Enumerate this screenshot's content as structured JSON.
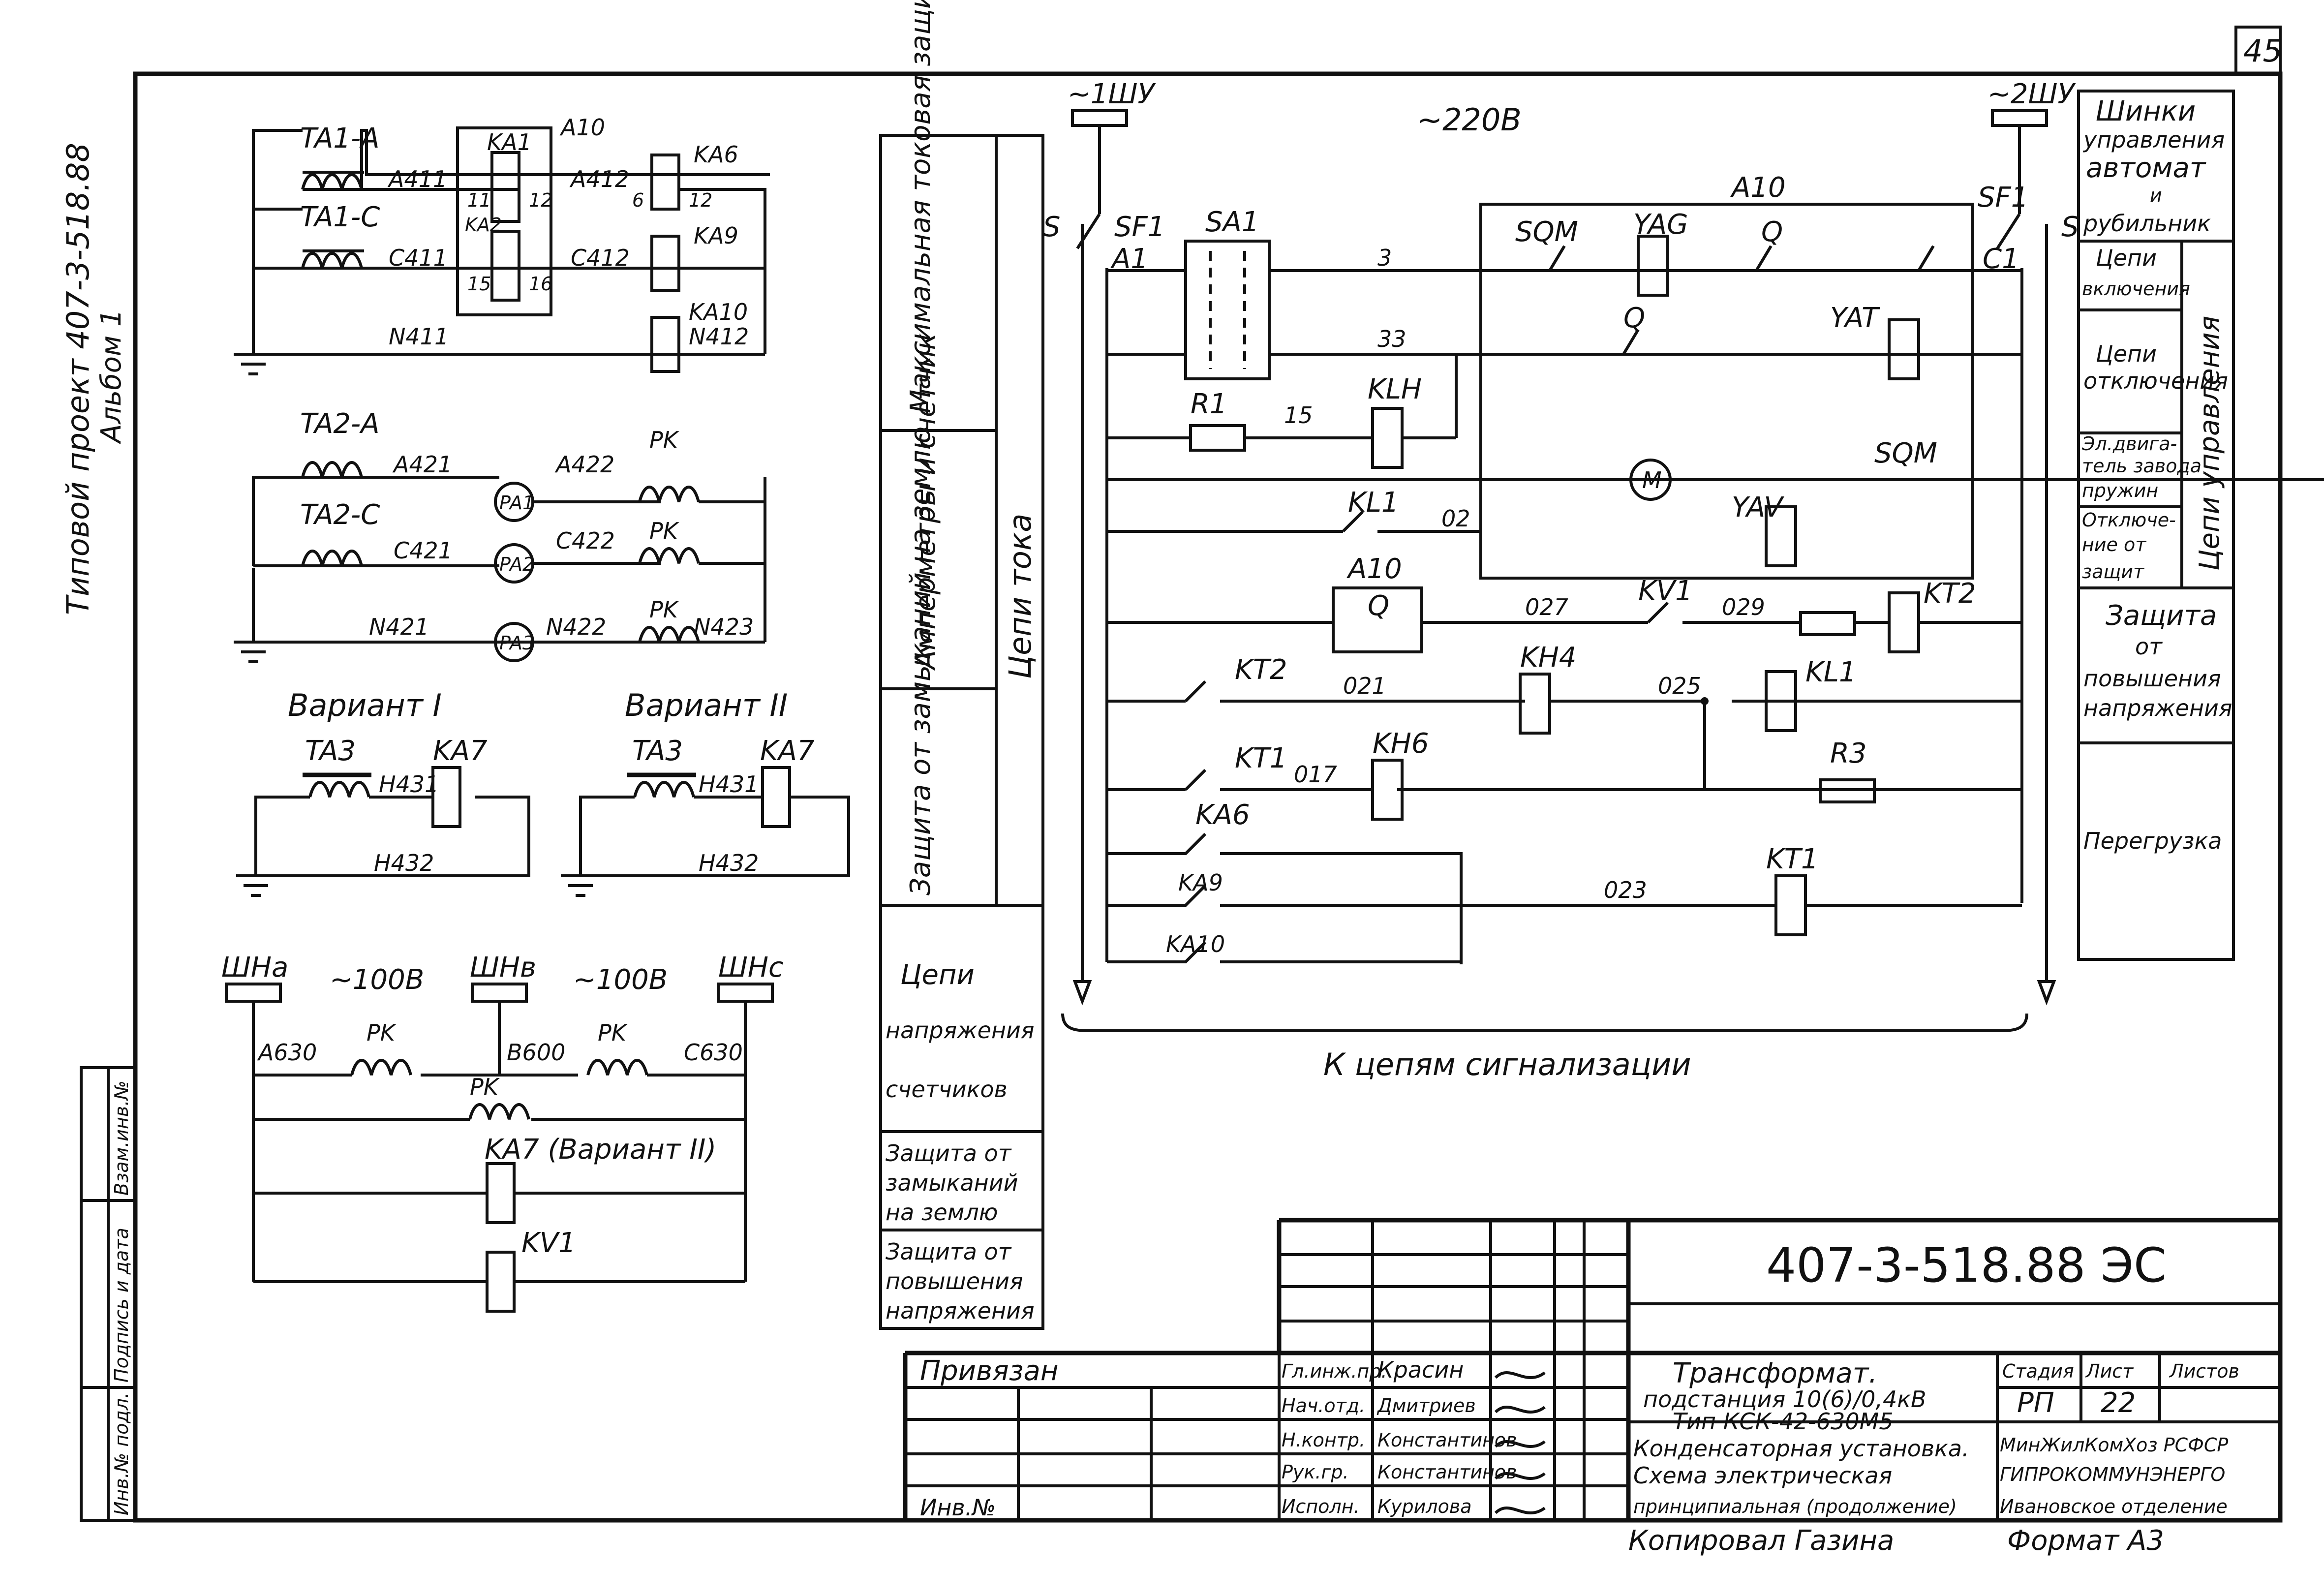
{
  "sheet": {
    "page_number": "45",
    "left_margin": [
      "Типовой проект 407-3-518.88",
      "Альбом 1"
    ],
    "left_stamp": [
      "Инв.№ подл.",
      "Подпись и дата",
      "Взам.инв.№"
    ]
  },
  "current_circuits": {
    "ct_a1": "TA1-A",
    "ct_c1": "TA1-C",
    "a411": "A411",
    "c411": "C411",
    "n411": "N411",
    "a10": "A10",
    "ka1": "KA1",
    "ka2": "KA2",
    "ka6": "KA6",
    "ka9": "KA9",
    "ka10": "KA10",
    "a412": "A412",
    "c412": "C412",
    "n412": "N412",
    "t11": "11",
    "t12": "12",
    "t15": "15",
    "t16": "16",
    "t6": "6",
    "ct_a2": "TA2-A",
    "ct_c2": "TA2-C",
    "a421": "A421",
    "c421": "C421",
    "n421": "N421",
    "pa1": "PA1",
    "pa2": "PA2",
    "pa3": "PA3",
    "a422": "A422",
    "c422": "C422",
    "n422": "N422",
    "n423": "N423",
    "pk": "PK",
    "v1": "Вариант I",
    "v2": "Вариант II",
    "ta3": "TA3",
    "ka7": "KA7",
    "h431": "H431",
    "h432": "H432"
  },
  "voltage_circuits": {
    "sha": "ШНа",
    "shb": "ШНв",
    "shc": "ШНс",
    "v100": "~100В",
    "a630": "A630",
    "b600": "B600",
    "c630": "C630",
    "ka7v2": "KA7 (Вариант II)",
    "kv1": "KV1"
  },
  "function_labels": {
    "max_current": "Максимальная токовая защита, перегрузка",
    "ammeters": "Амперметры и счетчик",
    "earth_fault": "Защита от замыканий на землю",
    "current_circuits": "Цепи тока",
    "voltage": [
      "Цепи",
      "напряжения",
      "счетчиков"
    ],
    "earth_fault2": [
      "Защита от",
      "замыканий",
      "на землю"
    ],
    "overvoltage": [
      "Защита от",
      "повышения",
      "напряжения"
    ]
  },
  "control": {
    "bus1": "~1ШУ",
    "bus2": "~2ШУ",
    "v220": "~220В",
    "sf1": "SF1",
    "a1": "A1",
    "c1": "C1",
    "s": "S",
    "sa1": "SA1",
    "sqm": "SQM",
    "yag": "YAG",
    "q": "Q",
    "yat": "YAT",
    "yav": "YAV",
    "r1": "R1",
    "r3": "R3",
    "klh": "KLH",
    "kl1": "KL1",
    "m": "M",
    "kv1": "KV1",
    "kt1": "KT1",
    "kt2": "KT2",
    "kh4": "KH4",
    "kh6": "KH6",
    "ka6": "KA6",
    "ka9": "KA9",
    "ka10": "KA10",
    "n3": "3",
    "n33": "33",
    "n15": "15",
    "n02": "02",
    "n027": "027",
    "n029": "029",
    "n021": "021",
    "n025": "025",
    "n017": "017",
    "n023": "023",
    "bottom": "К цепям сигнализации"
  },
  "right_labels": {
    "buses": [
      "Шинки",
      "управления",
      "автомат",
      "и",
      "рубильник"
    ],
    "closing": [
      "Цепи",
      "включения"
    ],
    "tripping": [
      "Цепи",
      "отключения"
    ],
    "motor": [
      "Эл.двига-",
      "тель завода",
      "пружин"
    ],
    "trip_prot": [
      "Отключе-",
      "ние от",
      "защит"
    ],
    "control_circuits": "Цепи управления",
    "overvoltage": [
      "Защита",
      "от",
      "повышения",
      "напряжения"
    ],
    "overload": "Перегрузка"
  },
  "title_block": {
    "code": "407-3-518.88 ЭС",
    "privyazan": "Привязан",
    "inv": "Инв.№",
    "roles": [
      "Гл.инж.пр.",
      "Нач.отд.",
      "Н.контр.",
      "Рук.гр.",
      "Исполн."
    ],
    "names": [
      "Красин",
      "Дмитриев",
      "Константинов",
      "Константинов",
      "Курилова"
    ],
    "object": [
      "Трансформат.",
      "подстанция 10(6)/0,4кВ",
      "Тип КСК-42-630М5"
    ],
    "title": [
      "Конденсаторная установка.",
      "Схема электрическая",
      "принципиальная (продолжение)"
    ],
    "stage_h": "Стадия",
    "sheet_h": "Лист",
    "sheets_h": "Листов",
    "stage": "РП",
    "sheet": "22",
    "org": [
      "МинЖилКомХоз РСФСР",
      "ГИПРОКОММУНЭНЕРГО",
      "Ивановское отделение"
    ],
    "copied": "Копировал Газина",
    "format": "Формат А3"
  }
}
